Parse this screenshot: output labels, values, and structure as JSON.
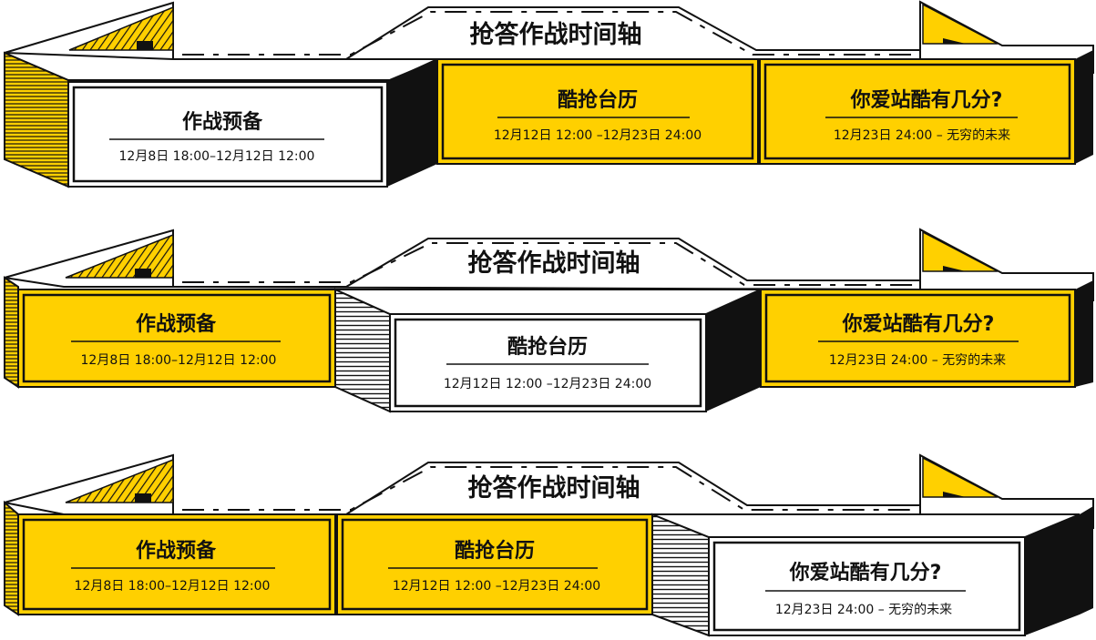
{
  "rows": [
    {
      "title": "抢答作战时间轴",
      "cards": [
        {
          "name": "作战预备",
          "date": "12月8日 18:00–12月12日 12:00",
          "active": false
        },
        {
          "name": "酷抢台历",
          "date": "12月12日 12:00 –12月23日 24:00",
          "active": true
        },
        {
          "name": "你爱站酷有几分?",
          "date": "12月23日 24:00 – 无穷的未来",
          "active": true
        }
      ]
    },
    {
      "title": "抢答作战时间轴",
      "cards": [
        {
          "name": "作战预备",
          "date": "12月8日 18:00–12月12日 12:00",
          "active": true
        },
        {
          "name": "酷抢台历",
          "date": "12月12日 12:00 –12月23日 24:00",
          "active": false
        },
        {
          "name": "你爱站酷有几分?",
          "date": "12月23日 24:00 – 无穷的未来",
          "active": true
        }
      ]
    },
    {
      "title": "抢答作战时间轴",
      "cards": [
        {
          "name": "作战预备",
          "date": "12月8日 18:00–12月12日 12:00",
          "active": true
        },
        {
          "name": "酷抢台历",
          "date": "12月12日 12:00 –12月23日 24:00",
          "active": true
        },
        {
          "name": "你爱站酷有几分?",
          "date": "12月23日 24:00 – 无穷的未来",
          "active": false
        }
      ]
    }
  ],
  "colors": {
    "accent": "#ffd000",
    "ink": "#111111",
    "paper": "#ffffff"
  }
}
